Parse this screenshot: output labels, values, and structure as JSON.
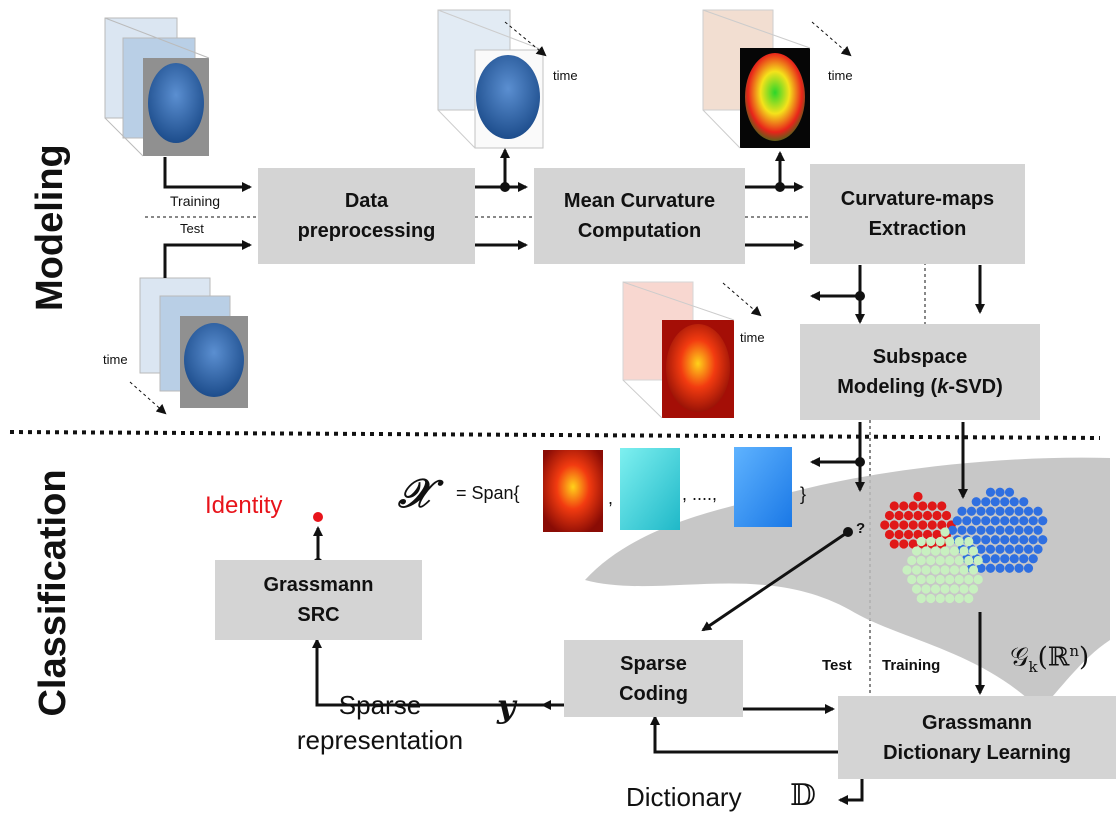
{
  "sections": {
    "modeling": "Modeling",
    "classification": "Classification"
  },
  "boxes": {
    "data_preprocessing": "Data\npreprocessing",
    "mean_curvature": "Mean Curvature\nComputation",
    "curvature_maps": "Curvature-maps\nExtraction",
    "subspace_modeling": "Subspace\nModeling (k-SVD)",
    "grassmann_src": "Grassmann\nSRC",
    "sparse_coding": "Sparse\nCoding",
    "grassmann_dict": "Grassmann\nDictionary  Learning"
  },
  "labels": {
    "training_top": "Training",
    "test_top": "Test",
    "time": "time",
    "identity": "Identity",
    "span_prefix": "= Span{",
    "span_comma": ",",
    "span_dots": ", ....,",
    "span_close": "}",
    "question": "?",
    "test_bottom": "Test",
    "training_bottom": "Training",
    "sparse_representation": "Sparse\nrepresentation",
    "dictionary": "Dictionary",
    "y_symbol": "y",
    "x_symbol": "𝒳",
    "dict_symbol": "𝔻",
    "manifold_label": "𝒢k(ℝn)"
  },
  "colors": {
    "box_fill": "#d4d4d4",
    "identity_red": "#e8141b",
    "cluster_red": "#e01818",
    "cluster_blue": "#2f6fe0",
    "cluster_green": "#c8f0c0",
    "manifold_gray": "#bdbdbd",
    "face_blue": "#2a62a8"
  }
}
